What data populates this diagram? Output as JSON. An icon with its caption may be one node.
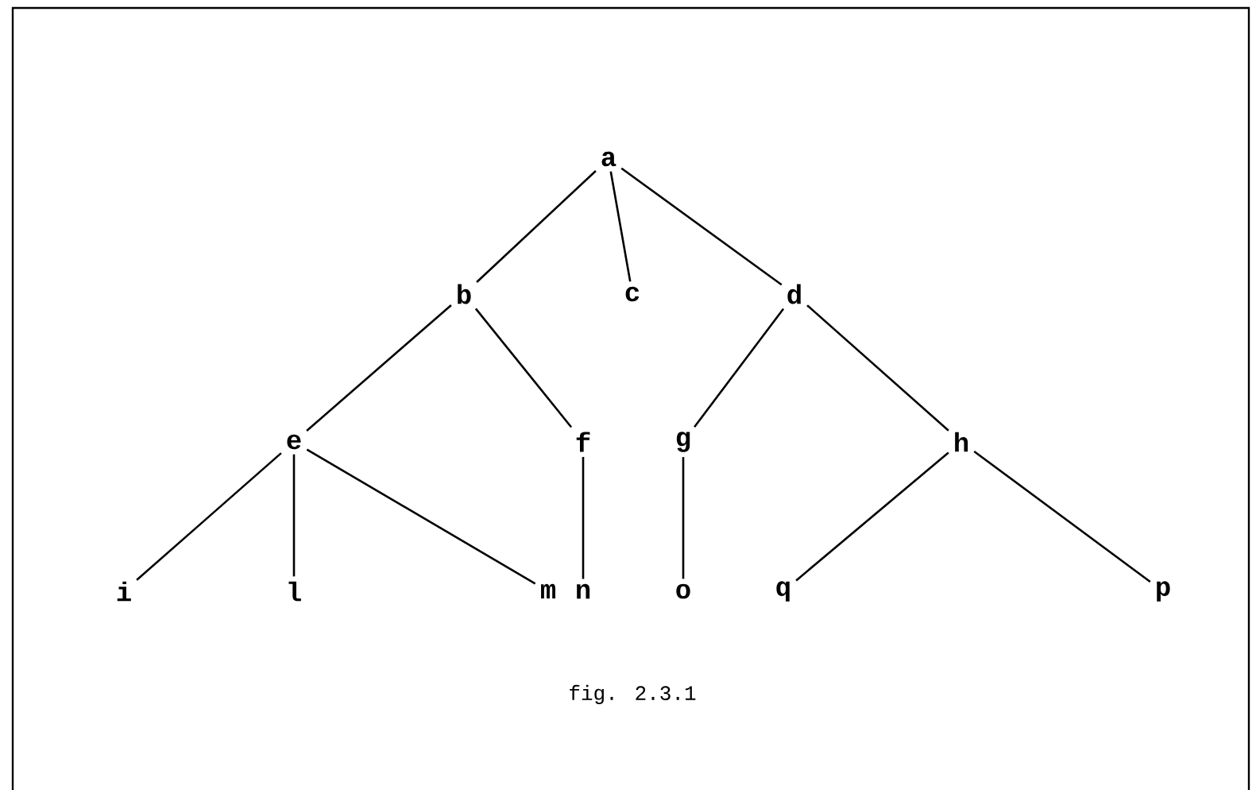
{
  "diagram": {
    "caption": "fig. 2.3.1",
    "nodes": [
      {
        "text": [
          "a"
        ]
      },
      {
        "text": [
          "b"
        ]
      },
      {
        "text": [
          "c"
        ]
      },
      {
        "text": [
          "d"
        ]
      },
      {
        "text": [
          "e"
        ]
      },
      {
        "text": [
          "f"
        ]
      },
      {
        "text": [
          "g"
        ]
      },
      {
        "text": [
          "h"
        ]
      },
      {
        "text": [
          "i"
        ]
      },
      {
        "text": [
          "l"
        ]
      },
      {
        "text": [
          "m"
        ]
      },
      {
        "text": [
          "n"
        ]
      },
      {
        "text": [
          "o"
        ]
      },
      {
        "text": [
          "q"
        ]
      },
      {
        "text": [
          "p"
        ]
      }
    ],
    "edges": [
      {
        "from": 0,
        "to": 1,
        "arrow": "none"
      },
      {
        "from": 0,
        "to": 2,
        "arrow": "none"
      },
      {
        "from": 0,
        "to": 3,
        "arrow": "none"
      },
      {
        "from": 1,
        "to": 4,
        "arrow": "none"
      },
      {
        "from": 1,
        "to": 5,
        "arrow": "none"
      },
      {
        "from": 3,
        "to": 6,
        "arrow": "none"
      },
      {
        "from": 3,
        "to": 7,
        "arrow": "none"
      },
      {
        "from": 4,
        "to": 8,
        "arrow": "none"
      },
      {
        "from": 4,
        "to": 9,
        "arrow": "none"
      },
      {
        "from": 4,
        "to": 10,
        "arrow": "none"
      },
      {
        "from": 5,
        "to": 11,
        "arrow": "none"
      },
      {
        "from": 6,
        "to": 12,
        "arrow": "none"
      },
      {
        "from": 7,
        "to": 13,
        "arrow": "none"
      },
      {
        "from": 7,
        "to": 14,
        "arrow": "none"
      }
    ]
  }
}
